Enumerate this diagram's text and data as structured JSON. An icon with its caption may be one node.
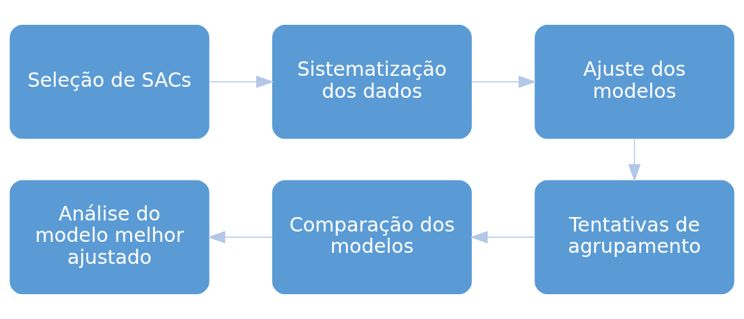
{
  "diagram": {
    "nodes": [
      {
        "text": [
          "Seleção de SACs"
        ]
      },
      {
        "text": [
          "Sistematização dos dados"
        ]
      },
      {
        "text": [
          "Ajuste dos modelos"
        ]
      },
      {
        "text": [
          "Tentativas de agrupamento"
        ]
      },
      {
        "text": [
          "Comparação dos modelos"
        ]
      },
      {
        "text": [
          "Análise do modelo melhor ajustado"
        ]
      }
    ],
    "edges": [
      {
        "from": 0,
        "to": 1,
        "arrow": "to"
      },
      {
        "from": 1,
        "to": 2,
        "arrow": "to"
      },
      {
        "from": 2,
        "to": 3,
        "arrow": "to"
      },
      {
        "from": 3,
        "to": 4,
        "arrow": "to"
      },
      {
        "from": 4,
        "to": 5,
        "arrow": "to"
      }
    ]
  }
}
